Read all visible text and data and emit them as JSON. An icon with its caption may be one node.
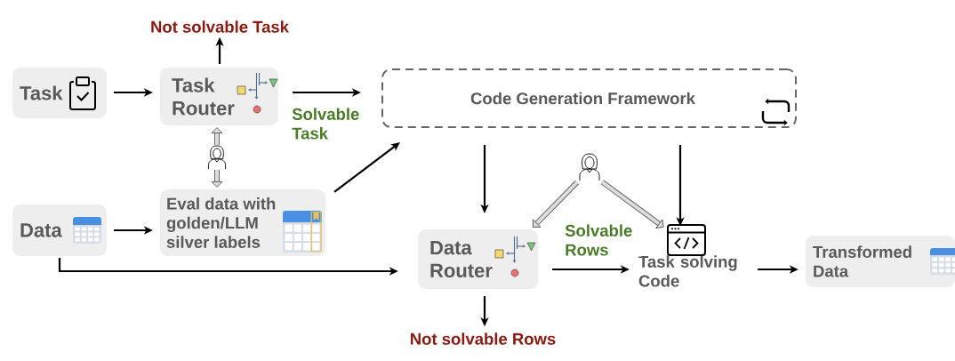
{
  "diagram": {
    "nodes": [
      {
        "text": [
          "Not solvable Task"
        ]
      },
      {
        "text": [
          "Task"
        ]
      },
      {
        "text": [
          "Task Router"
        ]
      },
      {
        "text": [
          "Code Generation Framework"
        ]
      },
      {
        "text": [],
        "shape": "person"
      },
      {
        "text": [
          "Data"
        ]
      },
      {
        "text": [
          "Eval data with golden/LLM silver labels"
        ]
      },
      {
        "text": [],
        "shape": "person"
      },
      {
        "text": [
          "Data Router"
        ]
      },
      {
        "text": [
          "Task solving Code"
        ]
      },
      {
        "text": [
          "Transformed Data"
        ]
      },
      {
        "text": [
          "Not solvable Rows"
        ]
      }
    ],
    "edges": [
      {
        "from": 1,
        "to": 2,
        "arrow": "to"
      },
      {
        "from": 2,
        "to": 0,
        "arrow": "to"
      },
      {
        "from": 2,
        "to": 3,
        "arrow": "to",
        "label": "Solvable Task"
      },
      {
        "from": 4,
        "to": 2,
        "arrow": "to",
        "style": "thick",
        "color": "#555555"
      },
      {
        "from": 4,
        "to": 6,
        "arrow": "to",
        "style": "thick",
        "color": "#555555"
      },
      {
        "from": 5,
        "to": 6,
        "arrow": "to"
      },
      {
        "from": 6,
        "to": 3,
        "arrow": "to"
      },
      {
        "from": 5,
        "to": 8,
        "arrow": "to"
      },
      {
        "from": 3,
        "to": 8,
        "arrow": "to"
      },
      {
        "from": 3,
        "to": 9,
        "arrow": "to"
      },
      {
        "from": 7,
        "to": 8,
        "arrow": "to",
        "style": "thick",
        "color": "#555555"
      },
      {
        "from": 7,
        "to": 9,
        "arrow": "to",
        "style": "thick",
        "color": "#555555"
      },
      {
        "from": 8,
        "to": 9,
        "arrow": "to",
        "label": "Solvable Rows"
      },
      {
        "from": 8,
        "to": 11,
        "arrow": "to"
      },
      {
        "from": 9,
        "to": 10,
        "arrow": "to"
      }
    ]
  }
}
